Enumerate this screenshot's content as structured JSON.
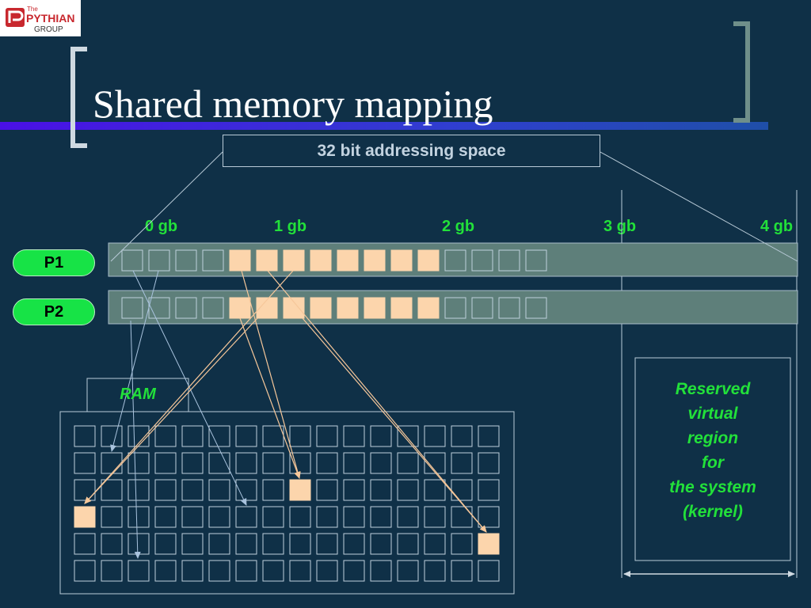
{
  "logo": {
    "line1": "The",
    "line2": "PYTHIAN",
    "line3": "GROUP"
  },
  "slide_title": "Shared memory mapping",
  "address_space_label": "32 bit addressing space",
  "gb_markers": [
    "0 gb",
    "1 gb",
    "2 gb",
    "3 gb",
    "4 gb"
  ],
  "processes": [
    {
      "label": "P1",
      "mapped_pages": [
        4,
        5,
        6,
        7,
        8,
        9,
        10,
        11
      ]
    },
    {
      "label": "P2",
      "mapped_pages": [
        4,
        5,
        6,
        7,
        8,
        9,
        10,
        11
      ]
    }
  ],
  "pages_per_process": 16,
  "ram": {
    "label": "RAM",
    "rows": 6,
    "cols": 16,
    "filled_cells": [
      [
        2,
        8
      ],
      [
        3,
        0
      ],
      [
        4,
        15
      ]
    ]
  },
  "reserved_region": {
    "lines": [
      "Reserved",
      "virtual",
      "region",
      "for",
      "the system",
      "(kernel)"
    ]
  },
  "colors": {
    "background": "#0f3047",
    "title_bar_gradient": [
      "#3a18d8",
      "#2a58b8"
    ],
    "track_fill": "#5e7f7a",
    "page_filled": "#fcd5ac",
    "page_empty_border": "#bfd0dc",
    "green_text": "#22e03a",
    "pill_green": "#17e346",
    "mapping_arrow": "#f6c79a",
    "light_arrow": "#a9c3de"
  }
}
